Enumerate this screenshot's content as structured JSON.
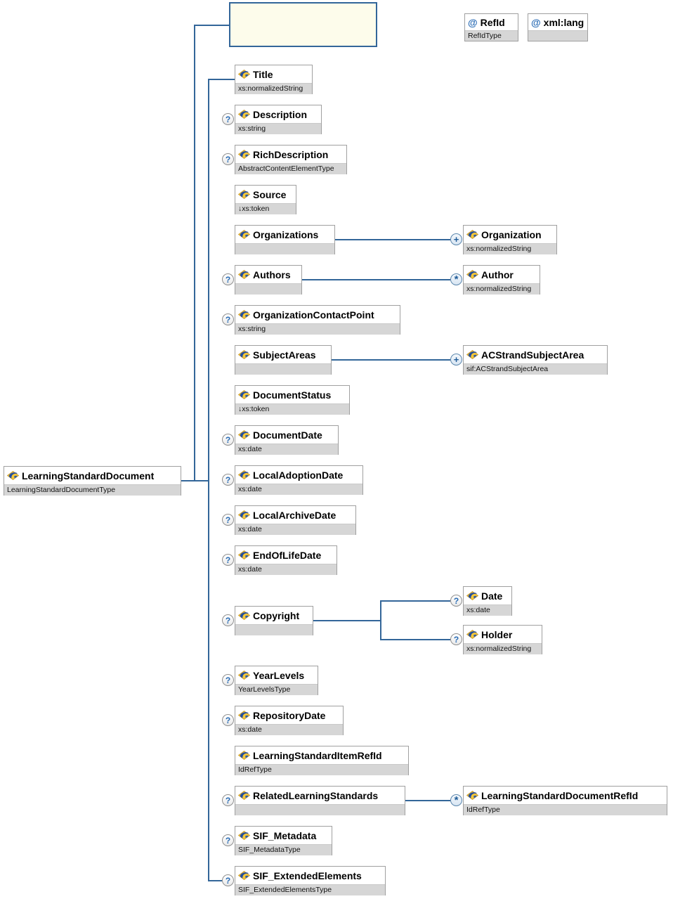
{
  "diagram": {
    "root": {
      "name": "LearningStandardDocument",
      "type": "LearningStandardDocumentType"
    },
    "attributes": {
      "refid": {
        "icon": "@",
        "name": "RefId",
        "type": "RefIdType"
      },
      "xmllang": {
        "icon": "@",
        "name": "xml:lang",
        "type": ""
      }
    },
    "indicators": {
      "optional": "?",
      "one_or_more": "+",
      "zero_or_more": "*"
    },
    "elements": {
      "title": {
        "name": "Title",
        "type": "xs:normalizedString"
      },
      "description": {
        "name": "Description",
        "type": "xs:string"
      },
      "rich_description": {
        "name": "RichDescription",
        "type": "AbstractContentElementType"
      },
      "source": {
        "name": "Source",
        "type": "↓xs:token"
      },
      "organizations": {
        "name": "Organizations",
        "type": ""
      },
      "organization": {
        "name": "Organization",
        "type": "xs:normalizedString"
      },
      "authors": {
        "name": "Authors",
        "type": ""
      },
      "author": {
        "name": "Author",
        "type": "xs:normalizedString"
      },
      "organization_contact_point": {
        "name": "OrganizationContactPoint",
        "type": "xs:string"
      },
      "subject_areas": {
        "name": "SubjectAreas",
        "type": ""
      },
      "ac_strand_subject_area": {
        "name": "ACStrandSubjectArea",
        "type": "sif:ACStrandSubjectArea"
      },
      "document_status": {
        "name": "DocumentStatus",
        "type": "↓xs:token"
      },
      "document_date": {
        "name": "DocumentDate",
        "type": "xs:date"
      },
      "local_adoption_date": {
        "name": "LocalAdoptionDate",
        "type": "xs:date"
      },
      "local_archive_date": {
        "name": "LocalArchiveDate",
        "type": "xs:date"
      },
      "end_of_life_date": {
        "name": "EndOfLifeDate",
        "type": "xs:date"
      },
      "copyright": {
        "name": "Copyright",
        "type": ""
      },
      "copyright_date": {
        "name": "Date",
        "type": "xs:date"
      },
      "copyright_holder": {
        "name": "Holder",
        "type": "xs:normalizedString"
      },
      "year_levels": {
        "name": "YearLevels",
        "type": "YearLevelsType"
      },
      "repository_date": {
        "name": "RepositoryDate",
        "type": "xs:date"
      },
      "learning_standard_item_refid": {
        "name": "LearningStandardItemRefId",
        "type": "IdRefType"
      },
      "related_learning_standards": {
        "name": "RelatedLearningStandards",
        "type": ""
      },
      "learning_standard_document_refid": {
        "name": "LearningStandardDocumentRefId",
        "type": "IdRefType"
      },
      "sif_metadata": {
        "name": "SIF_Metadata",
        "type": "SIF_MetadataType"
      },
      "sif_extended_elements": {
        "name": "SIF_ExtendedElements",
        "type": "SIF_ExtendedElementsType"
      }
    },
    "colors": {
      "connector": "#336699",
      "box_border": "#a0a0a0",
      "type_band": "#d6d6d6",
      "attr_group_bg": "#fdfceb",
      "attr_group_border": "#336699",
      "indicator_glyph": "#2a6cb5"
    }
  }
}
